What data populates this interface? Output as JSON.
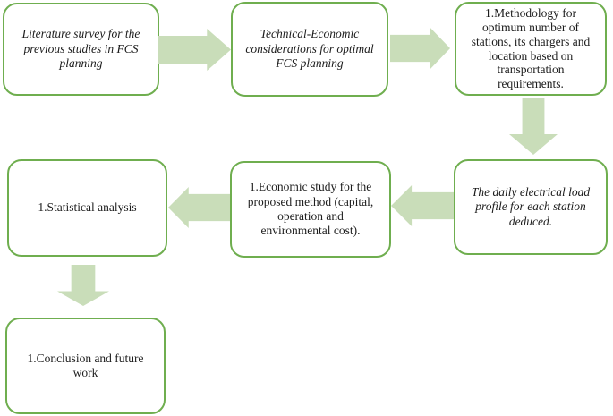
{
  "colors": {
    "box-border": "#6fae4f",
    "arrow-fill": "#c9ddb9",
    "text": "#1c1c1c",
    "background": "#ffffff"
  },
  "diagram": {
    "boxes": [
      {
        "id": "literature-survey",
        "text": "Literature survey for the previous studies in FCS planning",
        "emphasis": "italic"
      },
      {
        "id": "technical-economic",
        "text": "Technical-Economic considerations for optimal FCS planning",
        "emphasis": "italic"
      },
      {
        "id": "methodology",
        "text": "1.Methodology for optimum number of stations, its chargers and location based on transportation requirements.",
        "emphasis": "normal"
      },
      {
        "id": "load-profile",
        "text": "The daily electrical load profile for each station deduced.",
        "emphasis": "italic"
      },
      {
        "id": "economic-study",
        "text": "1.Economic study for the proposed method (capital, operation and environmental cost).",
        "emphasis": "normal"
      },
      {
        "id": "statistical-analysis",
        "text": "1.Statistical analysis",
        "emphasis": "normal"
      },
      {
        "id": "conclusion",
        "text": "1.Conclusion and future work",
        "emphasis": "normal"
      }
    ],
    "arrows": [
      {
        "direction": "right",
        "from": "literature-survey",
        "to": "technical-economic"
      },
      {
        "direction": "right",
        "from": "technical-economic",
        "to": "methodology"
      },
      {
        "direction": "down",
        "from": "methodology",
        "to": "load-profile"
      },
      {
        "direction": "left",
        "from": "load-profile",
        "to": "economic-study"
      },
      {
        "direction": "left",
        "from": "economic-study",
        "to": "statistical-analysis"
      },
      {
        "direction": "down",
        "from": "statistical-analysis",
        "to": "conclusion"
      }
    ]
  }
}
